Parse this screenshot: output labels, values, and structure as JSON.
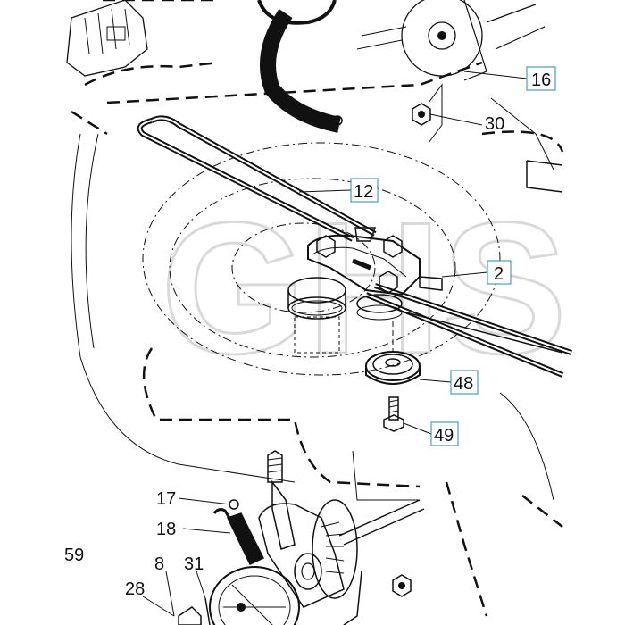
{
  "watermark": "GHS",
  "callouts": [
    {
      "id": "16",
      "label": "16",
      "boxed": true
    },
    {
      "id": "30",
      "label": "30",
      "boxed": false
    },
    {
      "id": "12",
      "label": "12",
      "boxed": true
    },
    {
      "id": "2",
      "label": "2",
      "boxed": true
    },
    {
      "id": "48",
      "label": "48",
      "boxed": true
    },
    {
      "id": "49",
      "label": "49",
      "boxed": true
    },
    {
      "id": "17",
      "label": "17",
      "boxed": false
    },
    {
      "id": "18",
      "label": "18",
      "boxed": false
    },
    {
      "id": "59",
      "label": "59",
      "boxed": false
    },
    {
      "id": "8",
      "label": "8",
      "boxed": false
    },
    {
      "id": "31",
      "label": "31",
      "boxed": false
    },
    {
      "id": "28",
      "label": "28",
      "boxed": false
    }
  ]
}
